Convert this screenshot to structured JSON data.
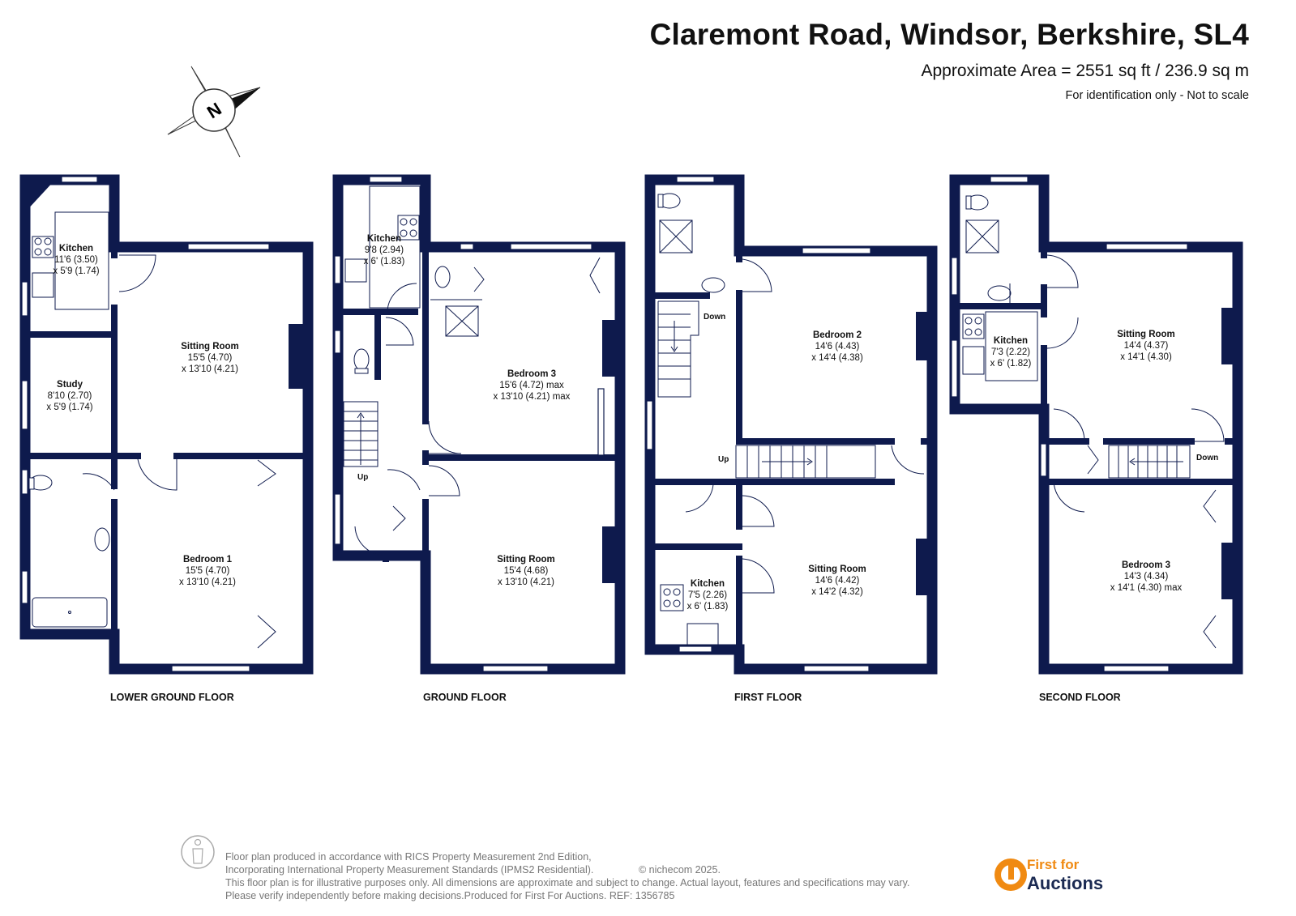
{
  "header": {
    "title": "Claremont Road, Windsor, Berkshire, SL4",
    "area": "Approximate Area = 2551 sq ft / 236.9 sq m",
    "note": "For identification only - Not to scale"
  },
  "compass": {
    "letter": "N"
  },
  "floors": {
    "lower_ground": "LOWER GROUND FLOOR",
    "ground": "GROUND FLOOR",
    "first": "FIRST FLOOR",
    "second": "SECOND FLOOR"
  },
  "rooms": {
    "lg_kitchen": {
      "name": "Kitchen",
      "d1": "11'6 (3.50)",
      "d2": "x 5'9 (1.74)"
    },
    "lg_sitting": {
      "name": "Sitting Room",
      "d1": "15'5 (4.70)",
      "d2": "x 13'10 (4.21)"
    },
    "lg_study": {
      "name": "Study",
      "d1": "8'10 (2.70)",
      "d2": "x 5'9 (1.74)"
    },
    "lg_bedroom1": {
      "name": "Bedroom 1",
      "d1": "15'5 (4.70)",
      "d2": "x 13'10 (4.21)"
    },
    "g_kitchen": {
      "name": "Kitchen",
      "d1": "9'8 (2.94)",
      "d2": "x 6' (1.83)"
    },
    "g_bedroom3": {
      "name": "Bedroom 3",
      "d1": "15'6 (4.72) max",
      "d2": "x 13'10 (4.21) max"
    },
    "g_sitting": {
      "name": "Sitting Room",
      "d1": "15'4 (4.68)",
      "d2": "x 13'10 (4.21)"
    },
    "f_bedroom2": {
      "name": "Bedroom 2",
      "d1": "14'6 (4.43)",
      "d2": "x 14'4 (4.38)"
    },
    "f_sitting": {
      "name": "Sitting Room",
      "d1": "14'6 (4.42)",
      "d2": "x 14'2 (4.32)"
    },
    "f_kitchen": {
      "name": "Kitchen",
      "d1": "7'5 (2.26)",
      "d2": "x 6' (1.83)"
    },
    "s_sitting": {
      "name": "Sitting Room",
      "d1": "14'4 (4.37)",
      "d2": "x 14'1 (4.30)"
    },
    "s_kitchen": {
      "name": "Kitchen",
      "d1": "7'3 (2.22)",
      "d2": "x 6' (1.82)"
    },
    "s_bedroom3": {
      "name": "Bedroom 3",
      "d1": "14'3 (4.34)",
      "d2": "x 14'1 (4.30) max"
    }
  },
  "stairs": {
    "g_up": "Up",
    "f_down": "Down",
    "f_up": "Up",
    "s_down": "Down"
  },
  "footer": {
    "line1": "Floor plan produced in accordance with RICS Property Measurement 2nd Edition,",
    "line2": "Incorporating International Property Measurement Standards (IPMS2 Residential).",
    "copyright": "© nichecom 2025.",
    "line3": "This floor plan is for illustrative purposes only. All dimensions are approximate and subject to change. Actual layout, features and specifications may vary.",
    "line4": "Please verify independently before making decisions.Produced for First For Auctions.   REF:  1356785"
  },
  "brand": {
    "line1": "First for",
    "line2": "Auctions"
  },
  "colors": {
    "wall": "#0e1a4d",
    "brand_orange": "#f08a12",
    "brand_navy": "#1b2a52"
  }
}
